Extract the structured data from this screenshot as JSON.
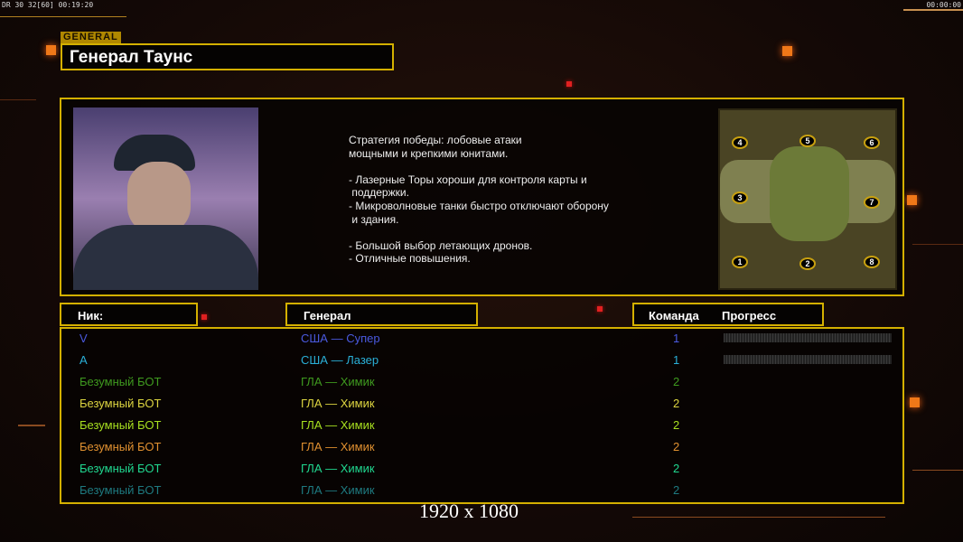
{
  "hud": {
    "left": "DR 30 32[60] 00:19:20",
    "right": "00:00:00"
  },
  "general_tag": "GENERAL",
  "general_name": "Генерал Таунс",
  "description": "Стратегия победы: лобовые атаки\nмощными и крепкими юнитами.\n\n- Лазерные Торы хороши для контроля карты и\n поддержки.\n- Микроволновые танки быстро отключают оборону\n и здания.\n\n- Большой выбор летающих дронов.\n- Отличные повышения.",
  "map": {
    "spots": [
      "1",
      "2",
      "3",
      "4",
      "5",
      "6",
      "7",
      "8"
    ]
  },
  "headers": {
    "nick": "Ник:",
    "general": "Генерал",
    "team": "Команда",
    "progress": "Прогресс"
  },
  "players": [
    {
      "nick": "V",
      "general": "США — Супер",
      "team": "1",
      "color": "#4a5ae0",
      "progress": 0
    },
    {
      "nick": "A",
      "general": "США — Лазер",
      "team": "1",
      "color": "#2ab0d8",
      "progress": 0
    },
    {
      "nick": "Безумный БОТ",
      "general": "ГЛА — Химик",
      "team": "2",
      "color": "#3f9a1f"
    },
    {
      "nick": "Безумный БОТ",
      "general": "ГЛА — Химик",
      "team": "2",
      "color": "#dcd440"
    },
    {
      "nick": "Безумный БОТ",
      "general": "ГЛА — Химик",
      "team": "2",
      "color": "#a8e020"
    },
    {
      "nick": "Безумный БОТ",
      "general": "ГЛА — Химик",
      "team": "2",
      "color": "#e09030"
    },
    {
      "nick": "Безумный БОТ",
      "general": "ГЛА — Химик",
      "team": "2",
      "color": "#20d890"
    },
    {
      "nick": "Безумный БОТ",
      "general": "ГЛА — Химик",
      "team": "2",
      "color": "#1e7a80"
    }
  ],
  "resolution": "1920 x 1080"
}
